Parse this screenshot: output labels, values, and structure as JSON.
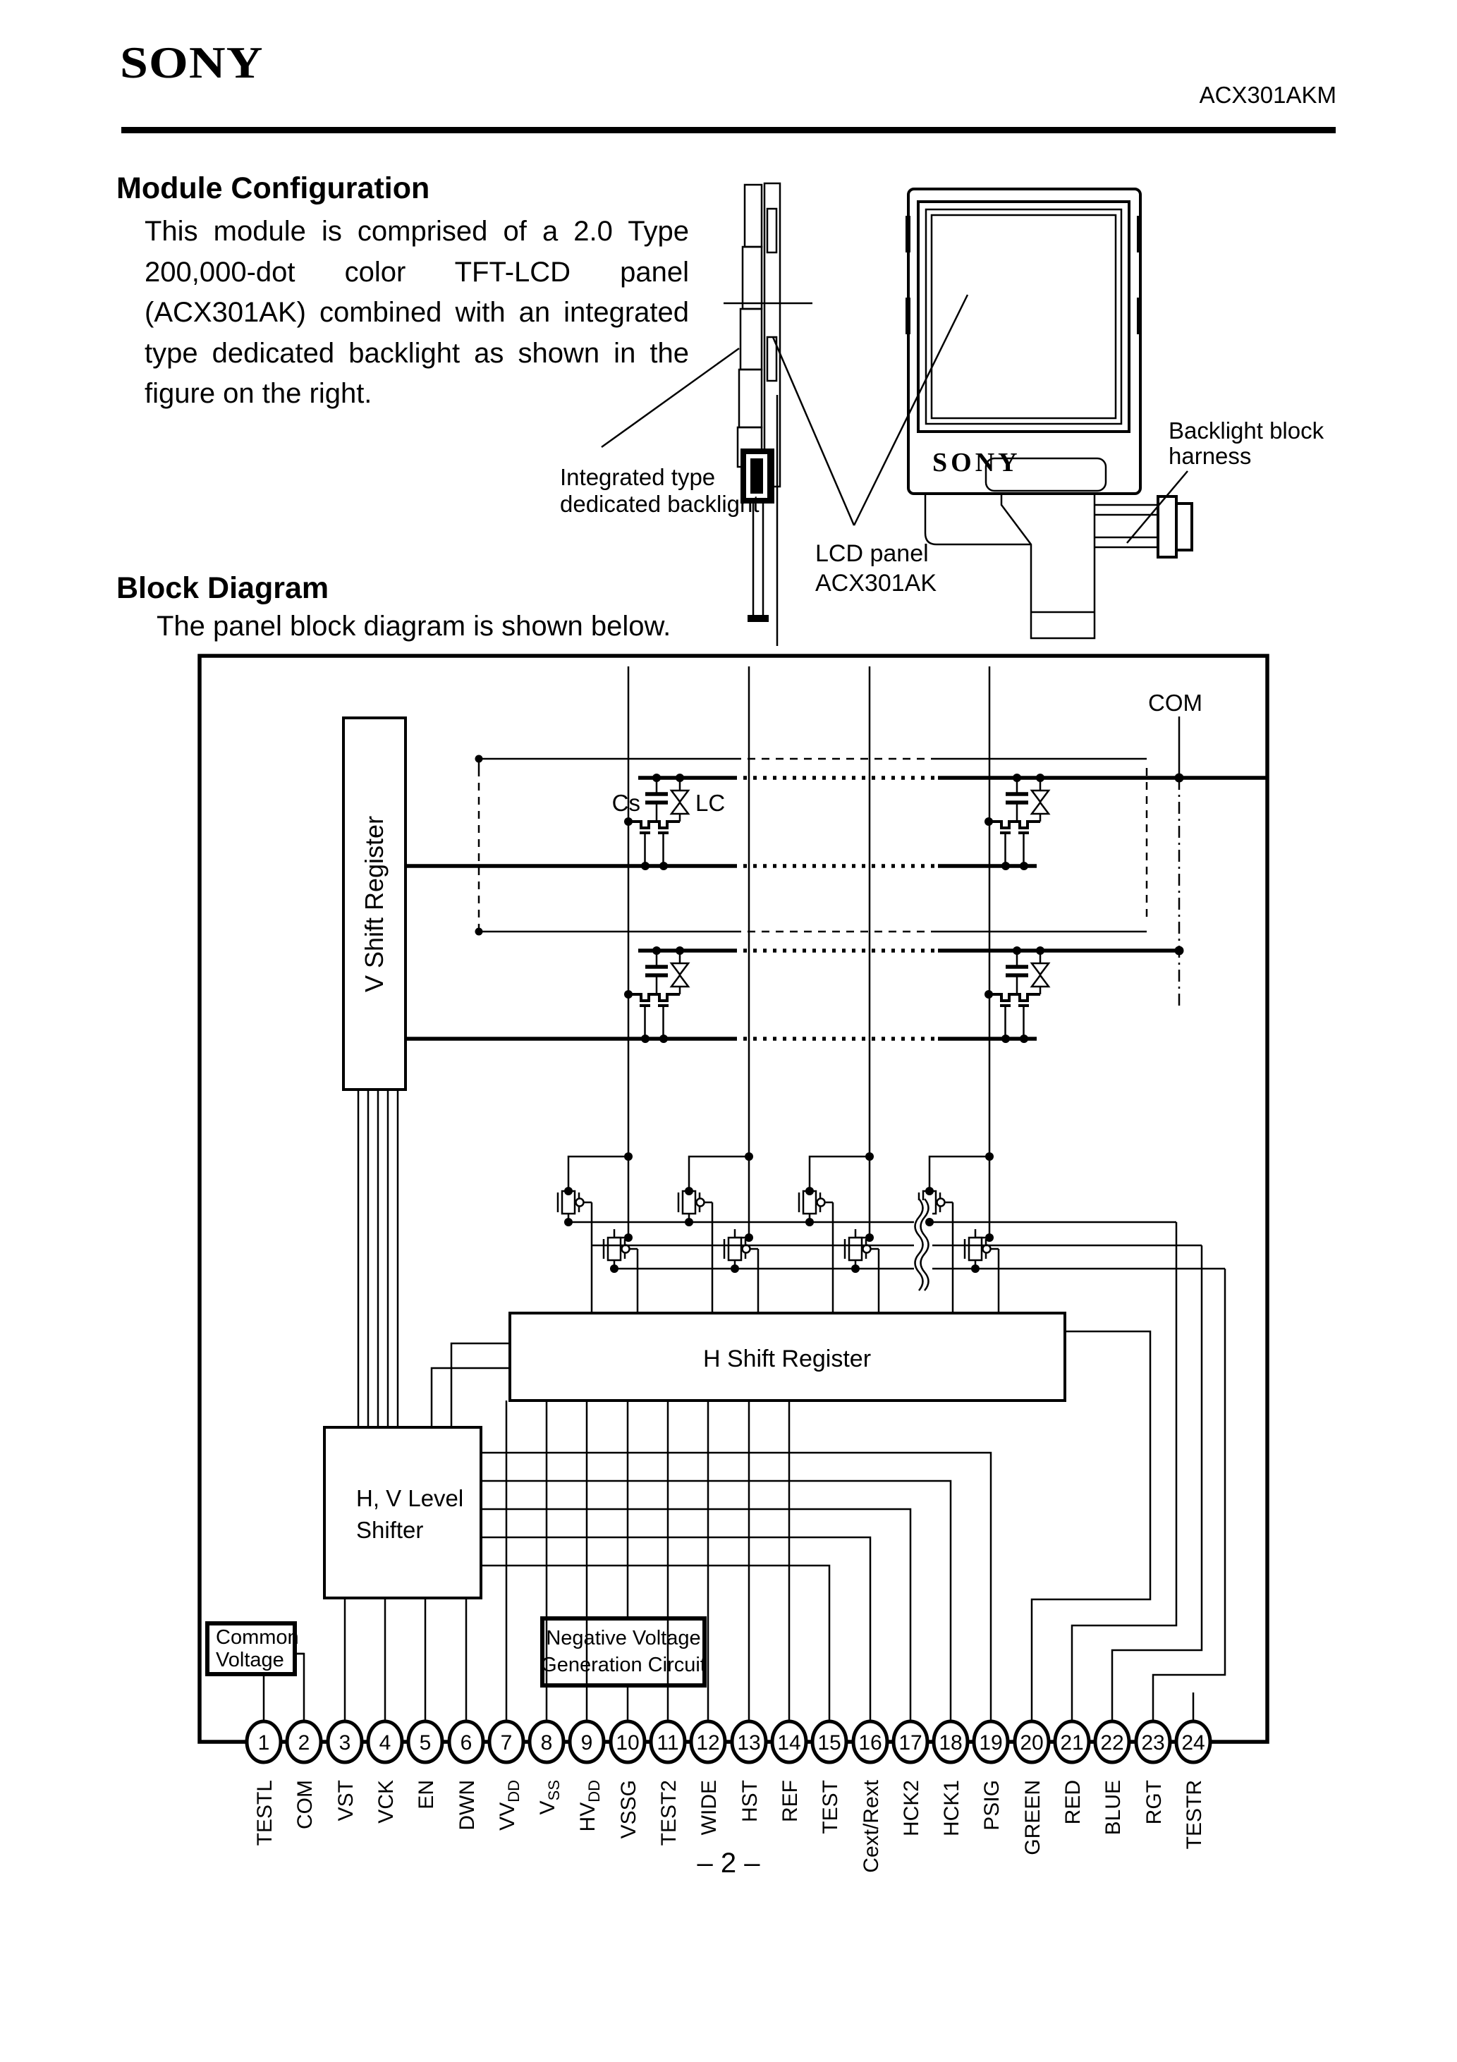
{
  "header": {
    "brand": "SONY",
    "doc_id": "ACX301AKM"
  },
  "module_configuration": {
    "heading": "Module Configuration",
    "body": "This module is comprised of a 2.0 Type 200,000-dot color TFT-LCD panel (ACX301AK) combined with an integrated type dedicated backlight as shown in the figure on the right.",
    "figure": {
      "logo": "SONY",
      "label_backlight_line1": "Integrated type",
      "label_backlight_line2": "dedicated backlight",
      "label_lcd_line1": "LCD panel",
      "label_lcd_line2": "ACX301AK",
      "label_harness_line1": "Backlight block",
      "label_harness_line2": "harness"
    }
  },
  "block_diagram": {
    "heading": "Block Diagram",
    "subtitle": "The panel block diagram is shown below.",
    "labels": {
      "com": "COM",
      "cs": "Cs",
      "lc": "LC",
      "v_shift_register": "V Shift Register",
      "h_shift_register": "H Shift Register",
      "level_shifter_line1": "H, V Level",
      "level_shifter_line2": "Shifter",
      "common_voltage_line1": "Common",
      "common_voltage_line2": "Voltage",
      "nvgc_line1": "Negative Voltage",
      "nvgc_line2": "Generation Circuit"
    },
    "pins": [
      {
        "num": "1",
        "text": "TESTL",
        "sub": ""
      },
      {
        "num": "2",
        "text": "COM",
        "sub": ""
      },
      {
        "num": "3",
        "text": "VST",
        "sub": ""
      },
      {
        "num": "4",
        "text": "VCK",
        "sub": ""
      },
      {
        "num": "5",
        "text": "EN",
        "sub": ""
      },
      {
        "num": "6",
        "text": "DWN",
        "sub": ""
      },
      {
        "num": "7",
        "text": "VV",
        "sub": "DD"
      },
      {
        "num": "8",
        "text": "V",
        "sub": "SS"
      },
      {
        "num": "9",
        "text": "HV",
        "sub": "DD"
      },
      {
        "num": "10",
        "text": "VSSG",
        "sub": ""
      },
      {
        "num": "11",
        "text": "TEST2",
        "sub": ""
      },
      {
        "num": "12",
        "text": "WIDE",
        "sub": ""
      },
      {
        "num": "13",
        "text": "HST",
        "sub": ""
      },
      {
        "num": "14",
        "text": "REF",
        "sub": ""
      },
      {
        "num": "15",
        "text": "TEST",
        "sub": ""
      },
      {
        "num": "16",
        "text": "Cext/Rext",
        "sub": ""
      },
      {
        "num": "17",
        "text": "HCK2",
        "sub": ""
      },
      {
        "num": "18",
        "text": "HCK1",
        "sub": ""
      },
      {
        "num": "19",
        "text": "PSIG",
        "sub": ""
      },
      {
        "num": "20",
        "text": "GREEN",
        "sub": ""
      },
      {
        "num": "21",
        "text": "RED",
        "sub": ""
      },
      {
        "num": "22",
        "text": "BLUE",
        "sub": ""
      },
      {
        "num": "23",
        "text": "RGT",
        "sub": ""
      },
      {
        "num": "24",
        "text": "TESTR",
        "sub": ""
      }
    ]
  },
  "footer": {
    "page_number": "– 2 –"
  }
}
